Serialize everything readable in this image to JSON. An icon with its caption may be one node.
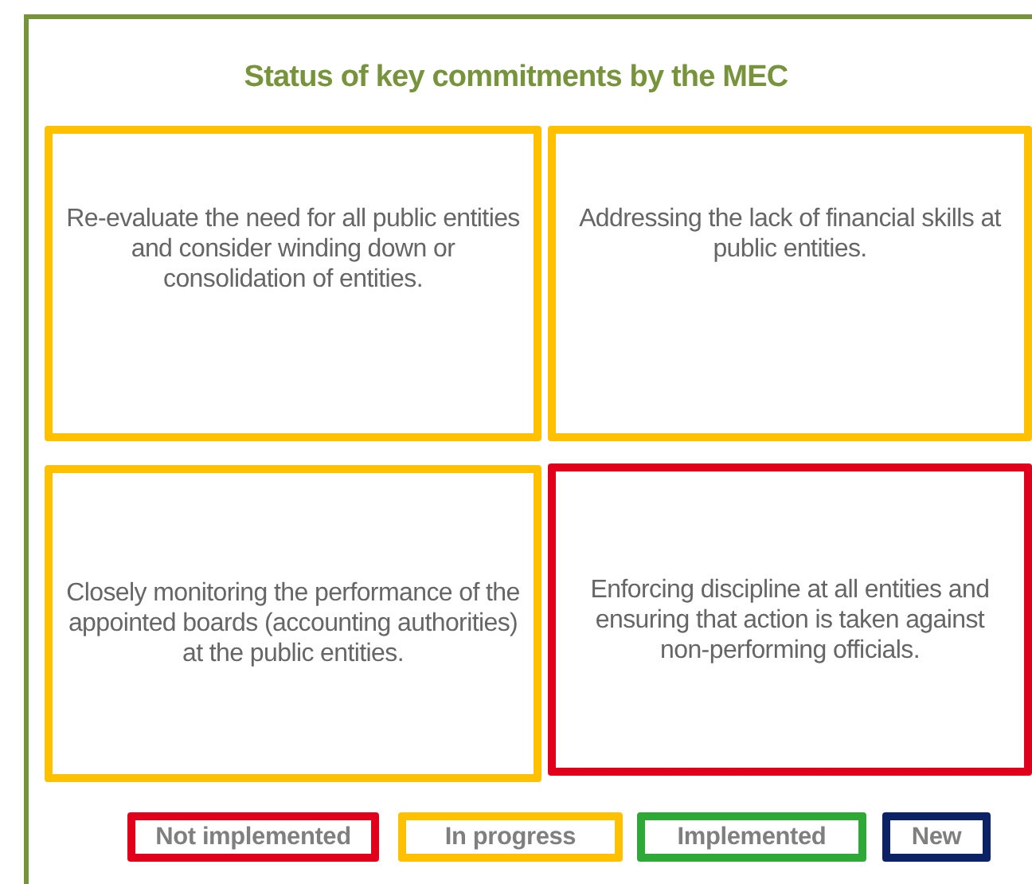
{
  "diagram": {
    "title": "Status of key commitments by the MEC",
    "nodes": [
      {
        "text": [
          "Re-evaluate the need for all public entities and consider winding down or consolidation of entities."
        ]
      },
      {
        "text": [
          "Addressing the lack of financial skills at public entities."
        ]
      },
      {
        "text": [
          "Closely monitoring the performance of the appointed boards (accounting authorities) at the public entities."
        ]
      },
      {
        "text": [
          "Enforcing discipline at all entities and ensuring that action is taken against non-performing officials."
        ]
      }
    ],
    "legend": [
      {
        "text": "Not implemented",
        "color": "#e0001b"
      },
      {
        "text": "In progress",
        "color": "#ffc000"
      },
      {
        "text": "Implemented",
        "color": "#2ea836"
      },
      {
        "text": "New",
        "color": "#0b2265"
      }
    ]
  }
}
